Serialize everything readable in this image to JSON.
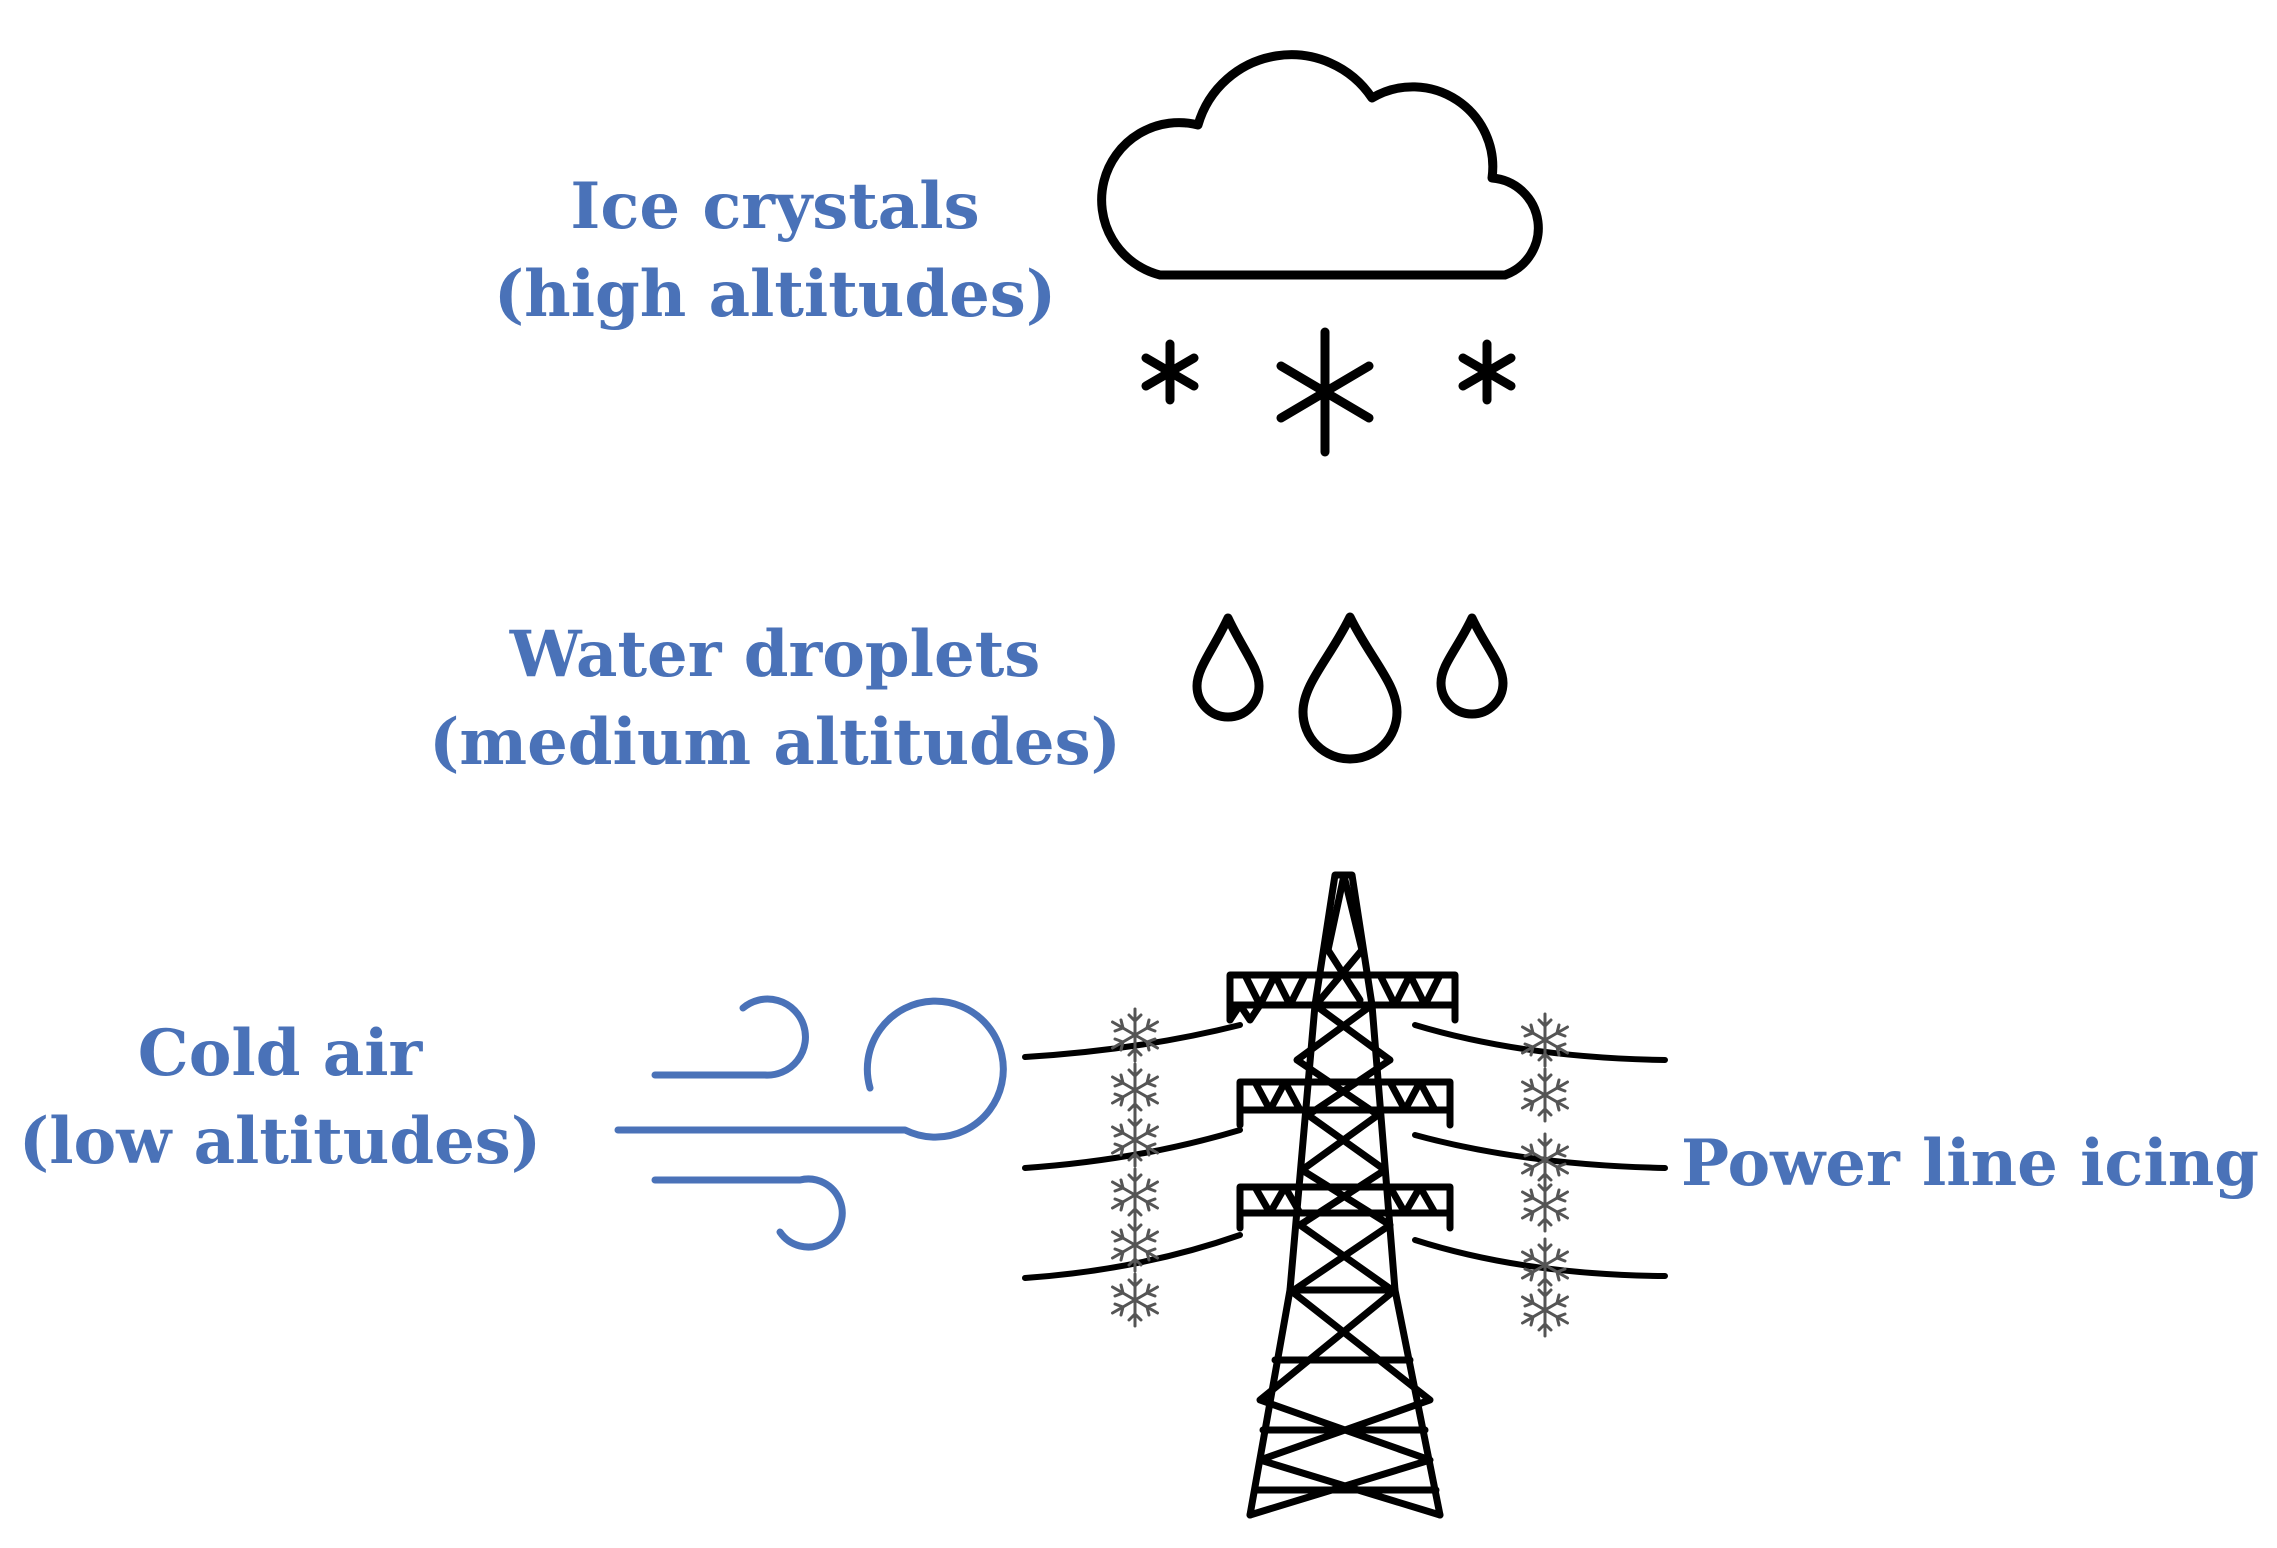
{
  "colors": {
    "label": "#4a72b8",
    "icon": "#000000",
    "wind": "#4a72b8",
    "snowflake": "#555555"
  },
  "labels": {
    "ice_crystals": {
      "line1": "Ice crystals",
      "line2": "(high altitudes)"
    },
    "water_droplets": {
      "line1": "Water droplets",
      "line2": "(medium altitudes)"
    },
    "cold_air": {
      "line1": "Cold air",
      "line2": "(low altitudes)"
    },
    "power_line_icing": "Power line icing"
  },
  "icons": [
    "cloud-icon",
    "snow-asterisk-icon",
    "water-drop-icon",
    "wind-icon",
    "transmission-tower-icon",
    "snowflake-icon"
  ]
}
